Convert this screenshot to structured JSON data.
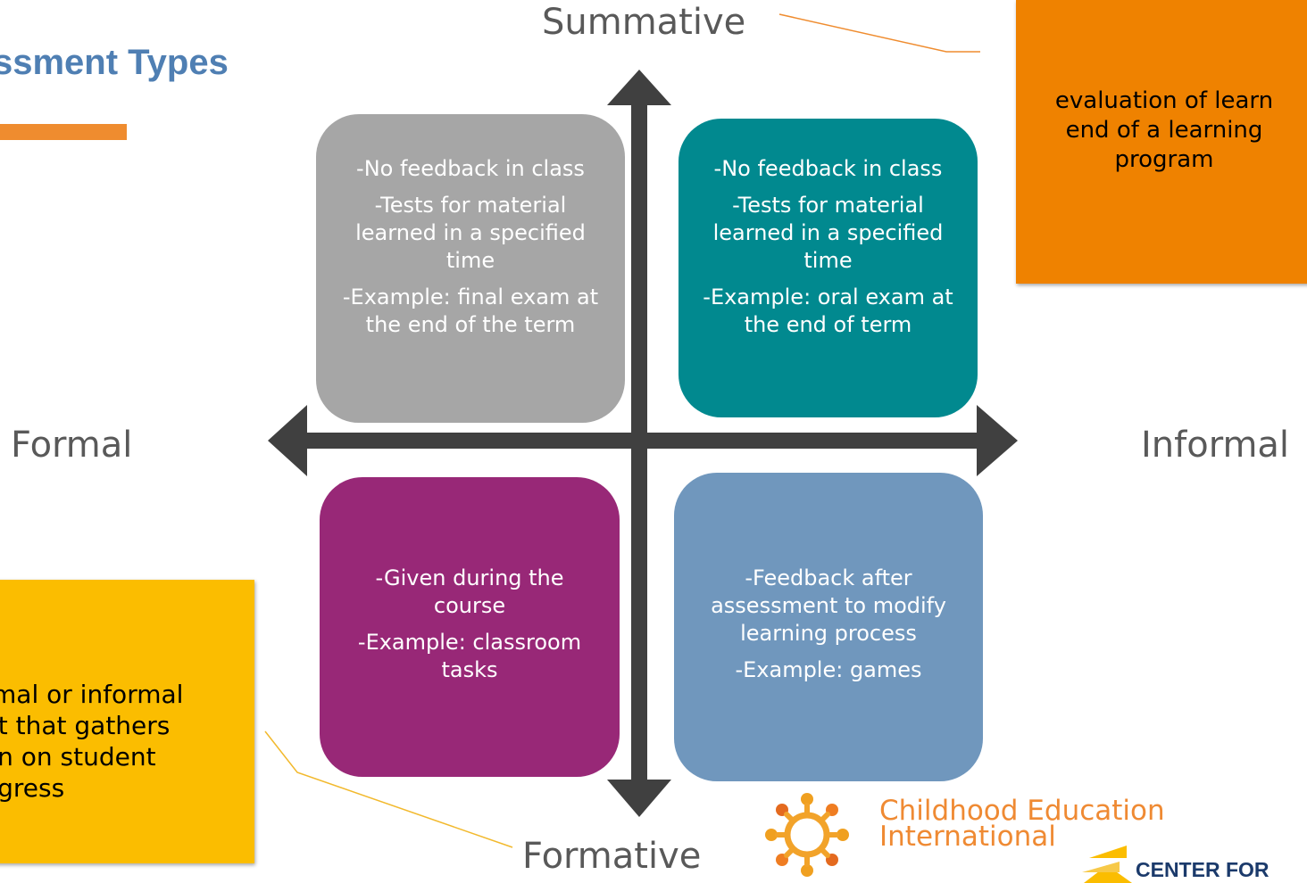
{
  "title": "ssment Types",
  "axes": {
    "top": "Summative",
    "bottom": "Formative",
    "left": "Formal",
    "right": "Informal"
  },
  "quadrants": {
    "top_left": [
      "-No feedback in class",
      "-Tests for material learned in a specified time",
      "-Example: final exam at the end of the term"
    ],
    "top_right": [
      "-No feedback in class",
      "-Tests for material learned in a specified time",
      "-Example: oral exam at the end of term"
    ],
    "bottom_left": [
      "-Given during the course",
      "-Example: classroom tasks"
    ],
    "bottom_right": [
      "-Feedback after assessment to modify learning process",
      "-Example: games"
    ]
  },
  "notes": {
    "summative": "evaluation of learn\nend of a learning\nprogram",
    "formative": "rmal or informal\nnt that gathers\non on student\nogress"
  },
  "logo": {
    "org_name": "Childhood Education\nInternational",
    "secondary": "CENTER FOR"
  },
  "colors": {
    "title": "#4f7fb3",
    "accent_bar": "#ef8c2f",
    "quad_top_left": "#a6a6a6",
    "quad_top_right": "#01898f",
    "quad_bottom_left": "#982877",
    "quad_bottom_right": "#7097bd",
    "note_orange": "#ef8200",
    "note_yellow": "#fbbd00",
    "axis_arrows": "#404040"
  }
}
